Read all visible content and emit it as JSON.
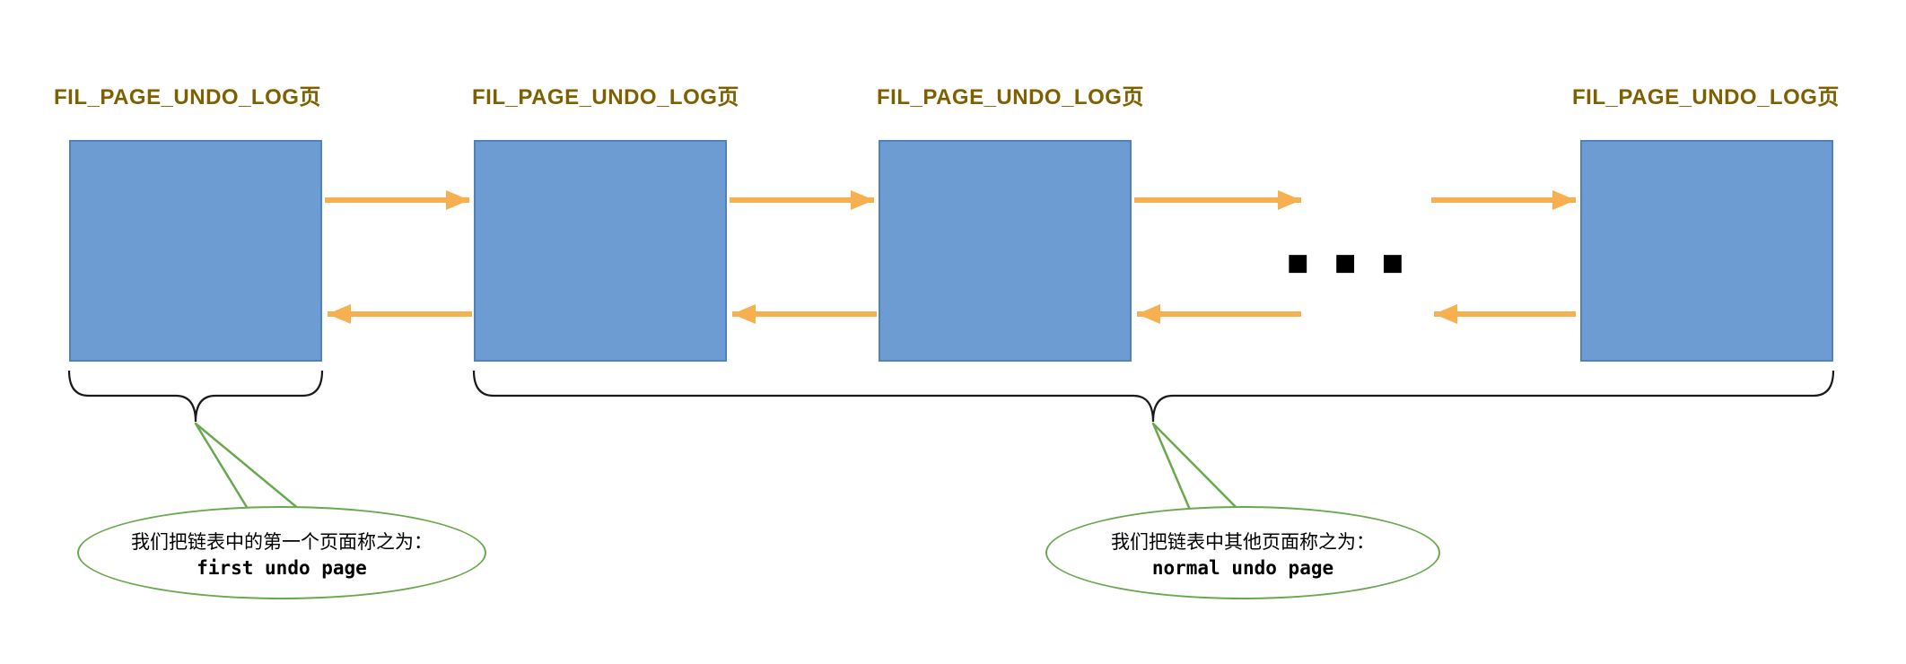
{
  "pages": [
    {
      "label": "FIL_PAGE_UNDO_LOG页"
    },
    {
      "label": "FIL_PAGE_UNDO_LOG页"
    },
    {
      "label": "FIL_PAGE_UNDO_LOG页"
    },
    {
      "label": "FIL_PAGE_UNDO_LOG页"
    }
  ],
  "ellipsis": "■ ■ ■",
  "callouts": {
    "first_undo_page": {
      "text": "我们把链表中的第一个页面称之为：",
      "name": "first undo page"
    },
    "normal_undo_page": {
      "text": "我们把链表中其他页面称之为：",
      "name": "normal undo page"
    }
  },
  "colors": {
    "box_fill": "#6D9CD3",
    "box_border": "#4F81BD",
    "arrow": "#F6B04F",
    "title_text": "#7F6000",
    "callout_border": "#6AA84F",
    "brace": "#1a1a1a",
    "ellipsis_color": "#000000"
  }
}
